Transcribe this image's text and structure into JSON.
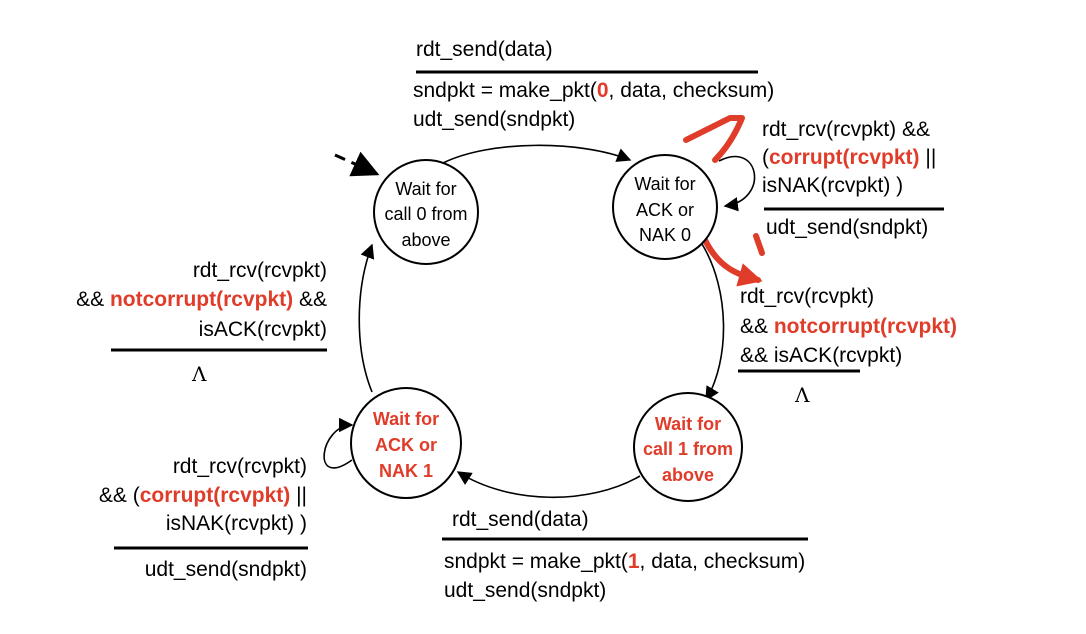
{
  "states": {
    "s0": [
      "Wait for",
      "call 0 from",
      "above"
    ],
    "s1": [
      "Wait for",
      "ACK or",
      "NAK 0"
    ],
    "s2": [
      "Wait for",
      "call 1 from",
      "above"
    ],
    "s3": [
      "Wait for",
      "ACK or",
      "NAK 1"
    ]
  },
  "transitions": {
    "t_top": {
      "event": "rdt_send(data)",
      "action1_pre": "sndpkt = make_pkt(",
      "action1_num": "0",
      "action1_post": ", data, checksum)",
      "action2": "udt_send(sndpkt)"
    },
    "t_self1": {
      "line1": "rdt_rcv(rcvpkt) &&",
      "line2_pre": "(",
      "line2_red": "corrupt(rcvpkt)",
      "line2_post": " ||",
      "line3": "isNAK(rcvpkt) )",
      "action": "udt_send(sndpkt)"
    },
    "t_right": {
      "line1": "rdt_rcv(rcvpkt)",
      "line2_pre": "&& ",
      "line2_red": "notcorrupt(rcvpkt)",
      "line3": "&& isACK(rcvpkt)",
      "action": "Λ"
    },
    "t_bottom": {
      "event": "rdt_send(data)",
      "action1_pre": "sndpkt = make_pkt(",
      "action1_num": "1",
      "action1_post": ", data, checksum)",
      "action2": "udt_send(sndpkt)"
    },
    "t_self3": {
      "line1": "rdt_rcv(rcvpkt)",
      "line2_pre": "&& (",
      "line2_red": "corrupt(rcvpkt)",
      "line2_post": " ||",
      "line3": "isNAK(rcvpkt) )",
      "action": "udt_send(sndpkt)"
    },
    "t_left": {
      "line1": "rdt_rcv(rcvpkt)",
      "line2_pre": "&& ",
      "line2_red": "notcorrupt(rcvpkt)",
      "line2_post": " &&",
      "line3": "isACK(rcvpkt)",
      "action": "Λ"
    }
  },
  "colors": {
    "highlight": "#e03c2a",
    "ink": "#000000"
  }
}
